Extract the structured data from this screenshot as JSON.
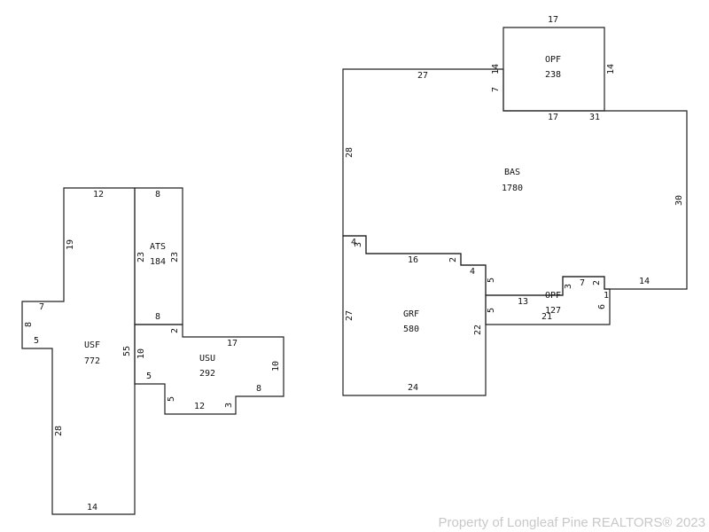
{
  "areas": {
    "usf": {
      "code": "USF",
      "sqft": "772"
    },
    "ats": {
      "code": "ATS",
      "sqft": "184"
    },
    "usu": {
      "code": "USU",
      "sqft": "292"
    },
    "bas": {
      "code": "BAS",
      "sqft": "1780"
    },
    "grf": {
      "code": "GRF",
      "sqft": "580"
    },
    "opf_top": {
      "code": "OPF",
      "sqft": "238"
    },
    "opf_low": {
      "code": "OPF",
      "sqft": "127"
    }
  },
  "dims": {
    "usf": [
      "12",
      "19",
      "7",
      "8",
      "5",
      "55",
      "28",
      "14"
    ],
    "ats": [
      "8",
      "23",
      "23",
      "8"
    ],
    "usu": [
      "2",
      "17",
      "10",
      "8",
      "3",
      "12",
      "5",
      "5",
      "10"
    ],
    "opf_top": [
      "17",
      "14",
      "14",
      "7",
      "17"
    ],
    "bas": [
      "27",
      "28",
      "31",
      "30",
      "14"
    ],
    "grf": [
      "4",
      "3",
      "16",
      "2",
      "4",
      "5",
      "27",
      "22",
      "24"
    ],
    "opf_low": [
      "5",
      "13",
      "3",
      "7",
      "2",
      "1",
      "6",
      "21"
    ]
  },
  "watermark": "Property of Longleaf Pine REALTORS® 2023"
}
